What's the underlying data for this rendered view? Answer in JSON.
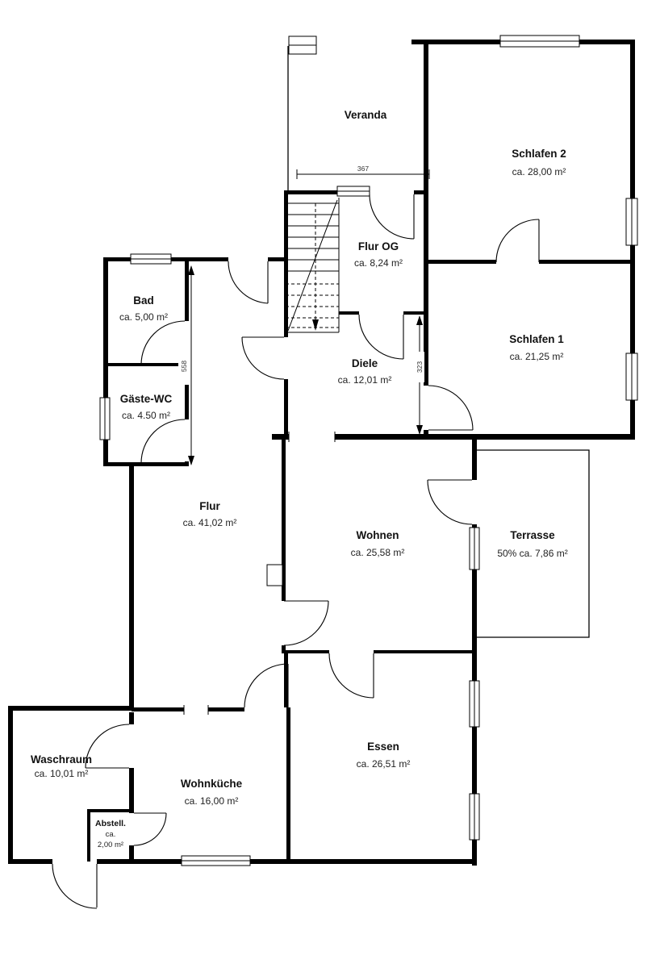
{
  "plan": {
    "rooms": {
      "veranda": {
        "name": "Veranda",
        "area": ""
      },
      "schlafen2": {
        "name": "Schlafen 2",
        "area": "ca. 28,00 m²"
      },
      "flur_og": {
        "name": "Flur OG",
        "area": "ca. 8,24 m²"
      },
      "schlafen1": {
        "name": "Schlafen 1",
        "area": "ca. 21,25 m²"
      },
      "bad": {
        "name": "Bad",
        "area": "ca. 5,00 m²"
      },
      "gaeste_wc": {
        "name": "Gäste-WC",
        "area": "ca. 4.50 m²"
      },
      "diele": {
        "name": "Diele",
        "area": "ca. 12,01 m²"
      },
      "flur": {
        "name": "Flur",
        "area": "ca. 41,02 m²"
      },
      "wohnen": {
        "name": "Wohnen",
        "area": "ca. 25,58 m²"
      },
      "terrasse": {
        "name": "Terrasse",
        "area": "50% ca. 7,86 m²"
      },
      "essen": {
        "name": "Essen",
        "area": "ca. 26,51 m²"
      },
      "wohnkueche": {
        "name": "Wohnküche",
        "area": "ca. 16,00 m²"
      },
      "waschraum": {
        "name": "Waschraum",
        "area": "ca. 10,01 m²"
      },
      "abstell": {
        "name": "Abstell.",
        "area_line1": "ca.",
        "area_line2": "2,00 m²"
      }
    },
    "dimensions": {
      "d367": "367",
      "d558": "558",
      "d323": "323"
    },
    "colors": {
      "wall": "#000000",
      "background": "#ffffff"
    }
  }
}
